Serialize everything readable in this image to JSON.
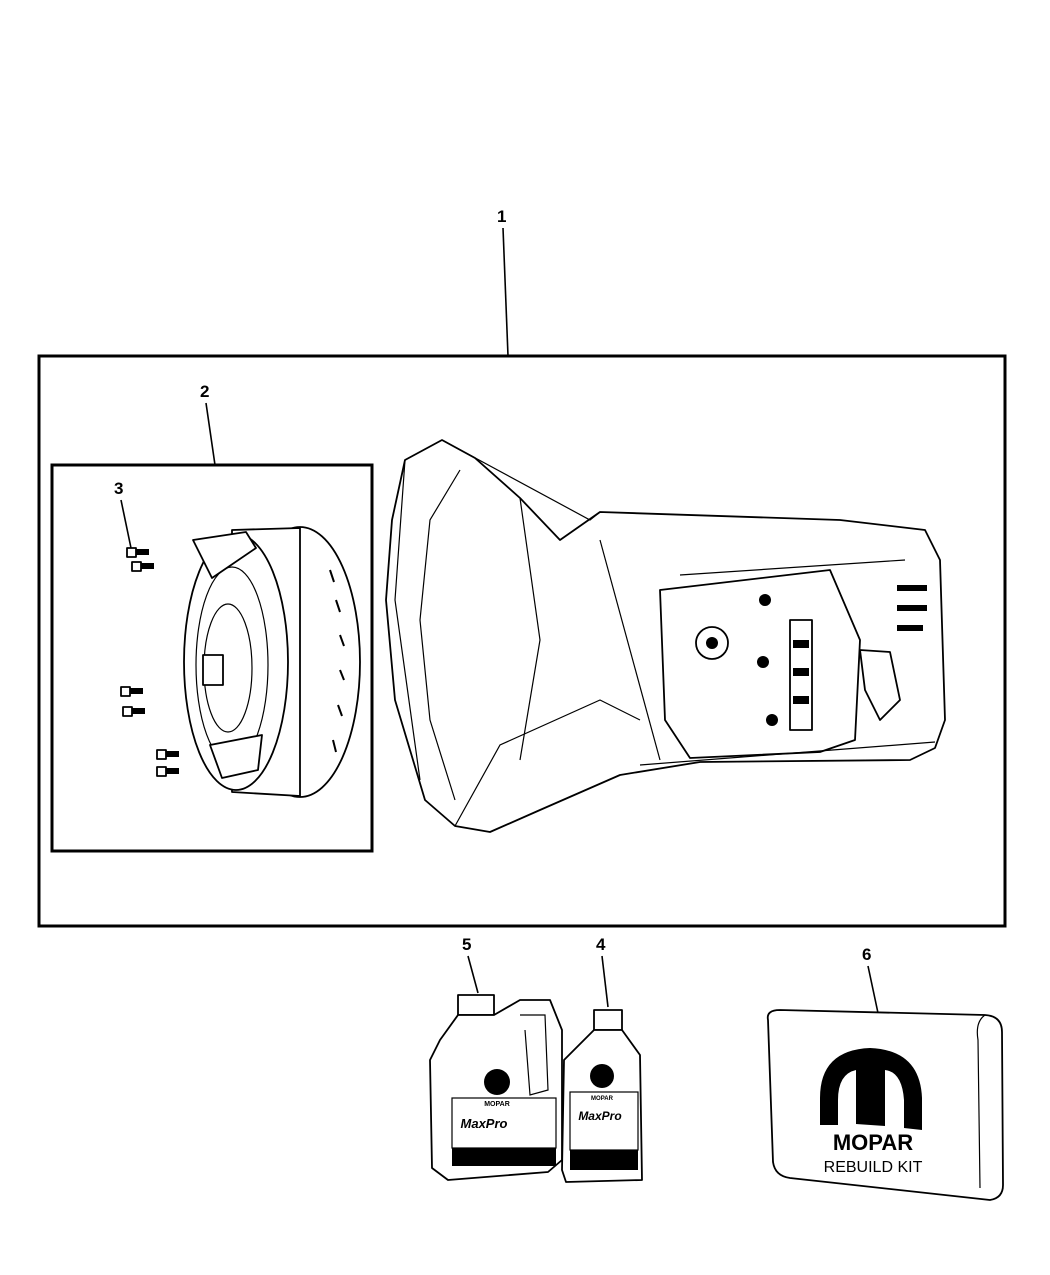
{
  "callouts": {
    "c1": "1",
    "c2": "2",
    "c3": "3",
    "c4": "4",
    "c5": "5",
    "c6": "6"
  },
  "bottle": {
    "brand_small": "MOPAR",
    "product": "MaxPro"
  },
  "kit": {
    "brand": "MOPAR",
    "label": "REBUILD KIT"
  },
  "icons": [
    "transmission-assembly",
    "torque-converter",
    "bolt",
    "fluid-jug",
    "fluid-bottle",
    "rebuild-kit-box"
  ]
}
